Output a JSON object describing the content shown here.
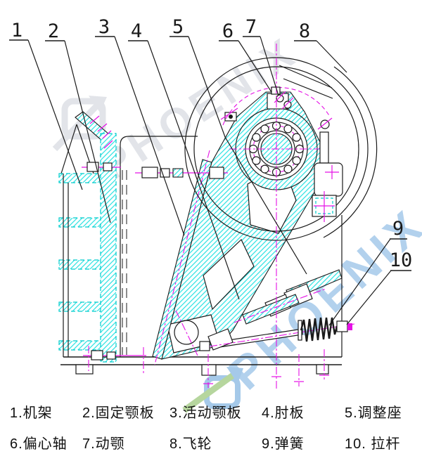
{
  "watermark": {
    "brand": "PHOENIX"
  },
  "parts": [
    {
      "num": "1",
      "name": "机架",
      "display": "1.机架"
    },
    {
      "num": "2",
      "name": "固定颚板",
      "display": "2.固定颚板"
    },
    {
      "num": "3",
      "name": "活动颚板",
      "display": "3.活动颚板"
    },
    {
      "num": "4",
      "name": "肘板",
      "display": "4.肘板"
    },
    {
      "num": "5",
      "name": "调整座",
      "display": "5.调整座"
    },
    {
      "num": "6",
      "name": "偏心轴",
      "display": "6.偏心轴"
    },
    {
      "num": "7",
      "name": "动颚",
      "display": "7.动颚"
    },
    {
      "num": "8",
      "name": "飞轮",
      "display": "8.飞轮"
    },
    {
      "num": "9",
      "name": "弹簧",
      "display": "9.弹簧"
    },
    {
      "num": "10",
      "name": "拉杆",
      "display": "10. 拉杆"
    }
  ],
  "colors": {
    "line": "#1a1a1a",
    "hatch_cyan": "#35e3e3",
    "centerline_magenta": "#e511e5",
    "cyan_dash": "#00cccc",
    "watermark_gray": "#dfe2e7",
    "watermark_blue": "#8fbce4",
    "watermark_green": "#a5cc86",
    "background": "#ffffff",
    "label_text": "#111111"
  }
}
